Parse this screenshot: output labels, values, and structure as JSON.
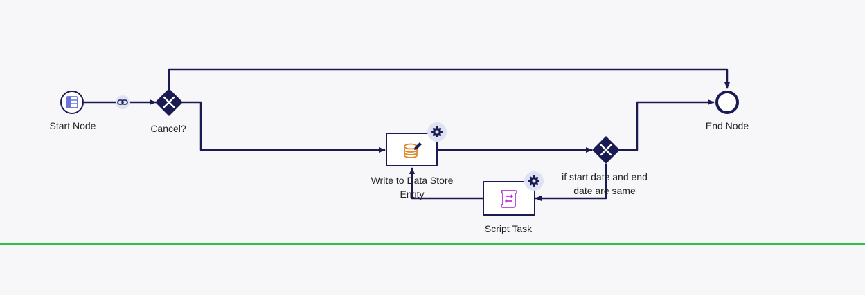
{
  "nodes": {
    "start": {
      "label": "Start Node"
    },
    "cancel_gateway": {
      "label": "Cancel?"
    },
    "end": {
      "label": "End Node"
    },
    "write_task": {
      "label": "Write to Data Store Entity"
    },
    "script_task": {
      "label": "Script Task"
    },
    "date_gateway": {
      "label": "if start date and end date are same"
    }
  },
  "icons": {
    "start": "table-icon",
    "link": "link-icon",
    "gateway": "close-icon",
    "write": "database-edit-icon",
    "script": "script-icon",
    "settings": "gear-icon"
  },
  "colors": {
    "stroke": "#1a1b52",
    "background": "#f7f7fa",
    "badge": "#dfe2f3",
    "database": "#e0882b",
    "script": "#b23cd1",
    "start_icon": "#6b73d9",
    "swimlane_divider": "#2bc24a"
  }
}
